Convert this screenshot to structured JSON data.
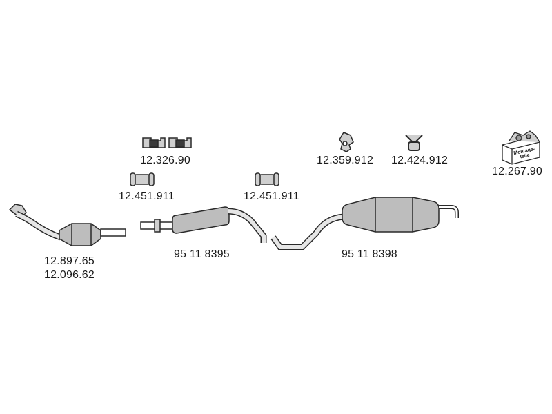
{
  "parts": {
    "mounting_kit": {
      "number": "12.267.90",
      "box_text_line1": "Montage-",
      "box_text_line2": "teile"
    },
    "rubber_mount_pair": {
      "number": "12.326.90"
    },
    "rubber_hanger": {
      "number": "12.359.912"
    },
    "y_hanger": {
      "number": "12.424.912"
    },
    "clamp_left": {
      "number": "12.451.911"
    },
    "clamp_right": {
      "number": "12.451.911"
    },
    "catalytic_converter": {
      "number_1": "12.897.65",
      "number_2": "12.096.62"
    },
    "middle_silencer": {
      "number": "95 11 8395"
    },
    "rear_silencer": {
      "number": "95 11 8398"
    }
  },
  "colors": {
    "line": "#2a2a2a",
    "shade": "#9a9a9a",
    "light": "#d8d8d8",
    "text": "#1a1a1a"
  }
}
